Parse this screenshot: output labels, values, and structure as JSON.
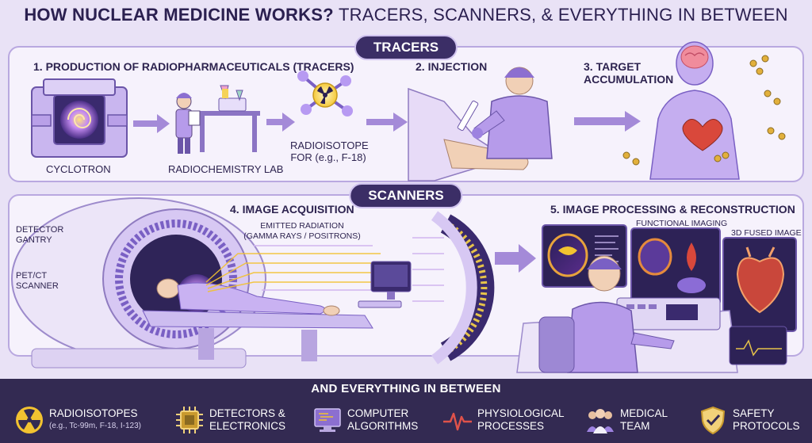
{
  "title": {
    "part1": "HOW NUCLEAR MEDICINE WORKS?",
    "part2": "TRACERS, SCANNERS, & EVERYTHING IN BETWEEN"
  },
  "sections": {
    "tracers": "TRACERS",
    "scanners": "SCANNERS"
  },
  "tracers": {
    "step1": "1. PRODUCTION OF RADIOPHARMACEUTICALS (TRACERS)",
    "cyclotron": "CYCLOTRON",
    "lab": "RADIOCHEMISTRY LAB",
    "radioisotope_line1": "RADIOISOTOPE",
    "radioisotope_line2": "FOR (e.g., F-18)",
    "step2": "2. INJECTION",
    "step3_line1": "3. TARGET",
    "step3_line2": "ACCUMULATION"
  },
  "scanners": {
    "step4": "4. IMAGE ACQUISITION",
    "detector_line1": "DETECTOR",
    "detector_line2": "GANTRY",
    "petct_line1": "PET/CT",
    "petct_line2": "SCANNER",
    "emitted_line1": "EMITTED RADIATION",
    "emitted_line2": "(GAMMA RAYS / POSITRONS)",
    "step5": "5. IMAGE PROCESSING & RECONSTRUCTION",
    "functional": "FUNCTIONAL IMAGING",
    "fused": "3D FUSED IMAGE"
  },
  "footer": {
    "title": "AND EVERYTHING IN BETWEEN",
    "items": [
      {
        "label": "RADIOISOTOPES",
        "sub": "(e.g., Tc-99m, F-18, I-123)",
        "icon": "radiation-icon"
      },
      {
        "label_line1": "DETECTORS &",
        "label_line2": "ELECTRONICS",
        "icon": "chip-icon"
      },
      {
        "label_line1": "COMPUTER",
        "label_line2": "ALGORITHMS",
        "icon": "computer-icon"
      },
      {
        "label_line1": "PHYSIOLOGICAL",
        "label_line2": "PROCESSES",
        "icon": "heartbeat-icon"
      },
      {
        "label_line1": "MEDICAL",
        "label_line2": "TEAM",
        "icon": "team-icon"
      },
      {
        "label_line1": "SAFETY",
        "label_line2": "PROTOCOLS",
        "icon": "shield-icon"
      }
    ]
  },
  "colors": {
    "navy": "#332a52",
    "purple": "#8c6fd0",
    "lavender": "#cdbdf0",
    "radiation_yellow": "#f2c230",
    "heart_red": "#d9483b"
  }
}
